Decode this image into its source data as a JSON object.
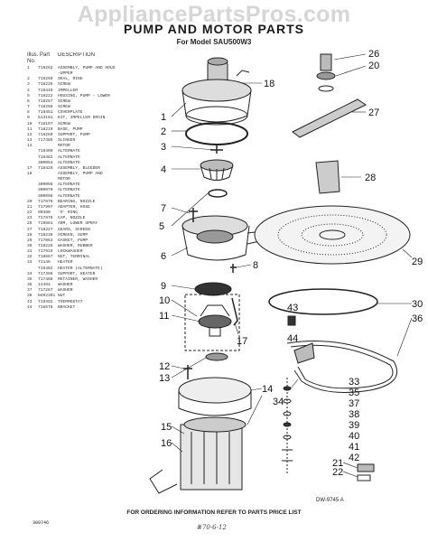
{
  "watermark": "AppliancePartsPros.com",
  "title": "PUMP AND MOTOR PARTS",
  "model": "For Model SAU500W3",
  "parts_header": {
    "no": "Illus. Part No.",
    "partno": "No.",
    "desc": "DESCRIPTION"
  },
  "parts": [
    [
      "1",
      "718262",
      "ASSEMBLY, PUMP AND HOUSING"
    ],
    [
      "",
      "",
      "-UPPER"
    ],
    [
      "2",
      "718259",
      "SEAL, RING"
    ],
    [
      "3",
      "718226",
      "SCREW"
    ],
    [
      "4",
      "718449",
      "IMPELLER"
    ],
    [
      "5",
      "718222",
      "HOUSING, PUMP - LOWER"
    ],
    [
      "6",
      "718257",
      "SCREW"
    ],
    [
      "7",
      "718258",
      "SCREW"
    ],
    [
      "8",
      "718451",
      "COVERPLATE"
    ],
    [
      "9",
      "613181",
      "KIT, IMPELLER DRAIN"
    ],
    [
      "10",
      "718197",
      "SCREW"
    ],
    [
      "11",
      "718219",
      "BASE, PUMP"
    ],
    [
      "12",
      "718260",
      "SUPPORT, PUMP"
    ],
    [
      "13",
      "717485",
      "SLINGER"
    ],
    [
      "14",
      "",
      "MOTOR"
    ],
    [
      "",
      "718400",
      "ALTERNATE"
    ],
    [
      "",
      "718482",
      "ALTERNATE"
    ],
    [
      "",
      "300064",
      "ALTERNATE"
    ],
    [
      "17",
      "718429",
      "ASSEMBLY, BLEEDER"
    ],
    [
      "18",
      "",
      "ASSEMBLY, PUMP AND"
    ],
    [
      "",
      "",
      "MOTOR"
    ],
    [
      "",
      "300066",
      "ALTERNATE"
    ],
    [
      "",
      "300070",
      "ALTERNATE"
    ],
    [
      "",
      "300096",
      "ALTERNATE"
    ],
    [
      "20",
      "717876",
      "BEARING, NOZZLE"
    ],
    [
      "21",
      "717907",
      "ADAPTER, HOSE"
    ],
    [
      "22",
      "90380",
      "'O' RING"
    ],
    [
      "23",
      "717876",
      "CAP, NOZZLE"
    ],
    [
      "26",
      "719681",
      "ARM, LOWER SPRAY"
    ],
    [
      "27",
      "718227",
      "GEARS, SCREEN"
    ],
    [
      "28",
      "718236",
      "SCREEN, SUMP"
    ],
    [
      "29",
      "717063",
      "GASKET, PUMP"
    ],
    [
      "30",
      "718225",
      "WASHER, RUBBER"
    ],
    [
      "31",
      "717919",
      "LOCKWASHER"
    ],
    [
      "32",
      "718667",
      "NUT, TERMINAL"
    ],
    [
      "33",
      "71146",
      "HEATER"
    ],
    [
      "",
      "719482",
      "HEATER (ALTERNATE)"
    ],
    [
      "34",
      "717396",
      "SUPPORT, HEATER"
    ],
    [
      "35",
      "717488",
      "RETAINER, WASHER"
    ],
    [
      "36",
      "14494",
      "WASHER"
    ],
    [
      "37",
      "717287",
      "WASHER"
    ],
    [
      "38",
      "N402301",
      "NUT"
    ],
    [
      "43",
      "719492",
      "THERMOSTAT"
    ],
    [
      "44",
      "716578",
      "BRACKET"
    ]
  ],
  "callouts": [
    "26",
    "20",
    "18",
    "1",
    "27",
    "2",
    "3",
    "4",
    "28",
    "7",
    "5",
    "6",
    "29",
    "8",
    "9",
    "10",
    "11",
    "30",
    "17",
    "43",
    "36",
    "44",
    "12",
    "13",
    "33",
    "14",
    "34",
    "35",
    "15",
    "37",
    "38",
    "16",
    "39",
    "40",
    "41",
    "42",
    "21",
    "22"
  ],
  "diagram_code": "DW-9745 A",
  "footer": "FOR ORDERING INFORMATION REFER TO PARTS PRICE LIST",
  "page_code": "300746",
  "handwritten": "#70-6-12"
}
